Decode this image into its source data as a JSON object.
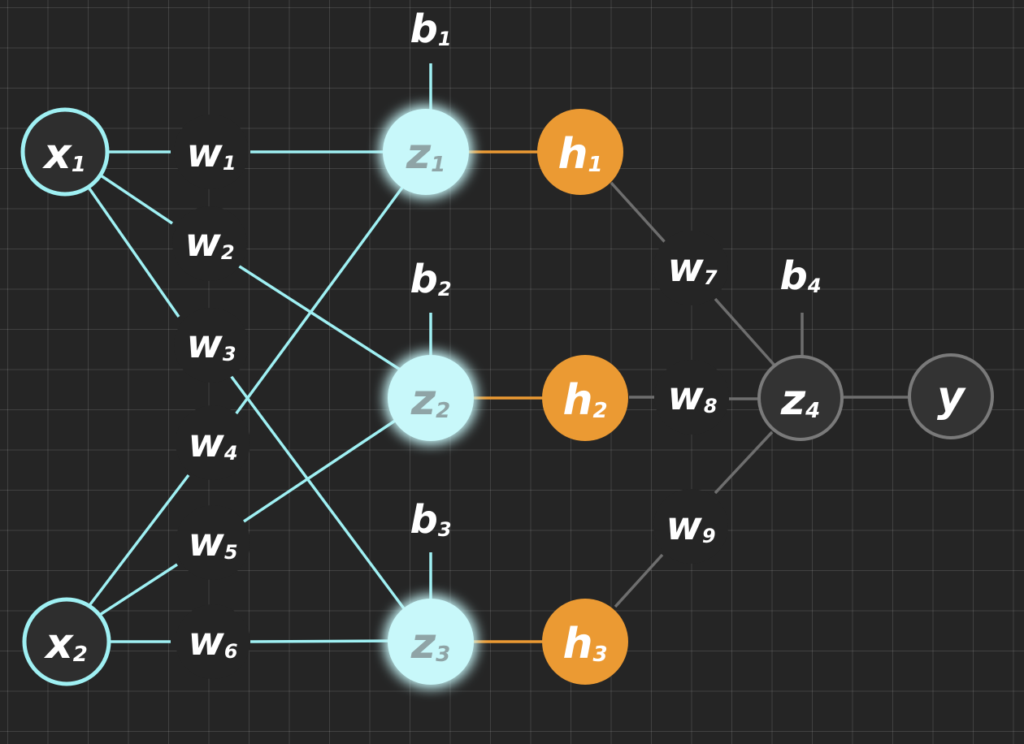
{
  "nodes": {
    "x1": {
      "base": "x",
      "sub": "1"
    },
    "x2": {
      "base": "x",
      "sub": "2"
    },
    "z1": {
      "base": "z",
      "sub": "1"
    },
    "z2": {
      "base": "z",
      "sub": "2"
    },
    "z3": {
      "base": "z",
      "sub": "3"
    },
    "h1": {
      "base": "h",
      "sub": "1"
    },
    "h2": {
      "base": "h",
      "sub": "2"
    },
    "h3": {
      "base": "h",
      "sub": "3"
    },
    "z4": {
      "base": "z",
      "sub": "4"
    },
    "y": {
      "base": "y",
      "sub": ""
    }
  },
  "weights": {
    "w1": {
      "base": "w",
      "sub": "1"
    },
    "w2": {
      "base": "w",
      "sub": "2"
    },
    "w3": {
      "base": "w",
      "sub": "3"
    },
    "w4": {
      "base": "w",
      "sub": "4"
    },
    "w5": {
      "base": "w",
      "sub": "5"
    },
    "w6": {
      "base": "w",
      "sub": "6"
    },
    "w7": {
      "base": "w",
      "sub": "7"
    },
    "w8": {
      "base": "w",
      "sub": "8"
    },
    "w9": {
      "base": "w",
      "sub": "9"
    }
  },
  "biases": {
    "b1": {
      "base": "b",
      "sub": "1"
    },
    "b2": {
      "base": "b",
      "sub": "2"
    },
    "b3": {
      "base": "b",
      "sub": "3"
    },
    "b4": {
      "base": "b",
      "sub": "4"
    }
  },
  "colors": {
    "cyan_edge": "#9ff0f3",
    "cyan_fill": "#c8f8fa",
    "orange": "#eb9a33",
    "grey_edge": "#6e6e6e",
    "dark_fill": "#2e2e2e",
    "text_light": "#ffffff",
    "text_on_cyan": "#8fa4a6"
  }
}
